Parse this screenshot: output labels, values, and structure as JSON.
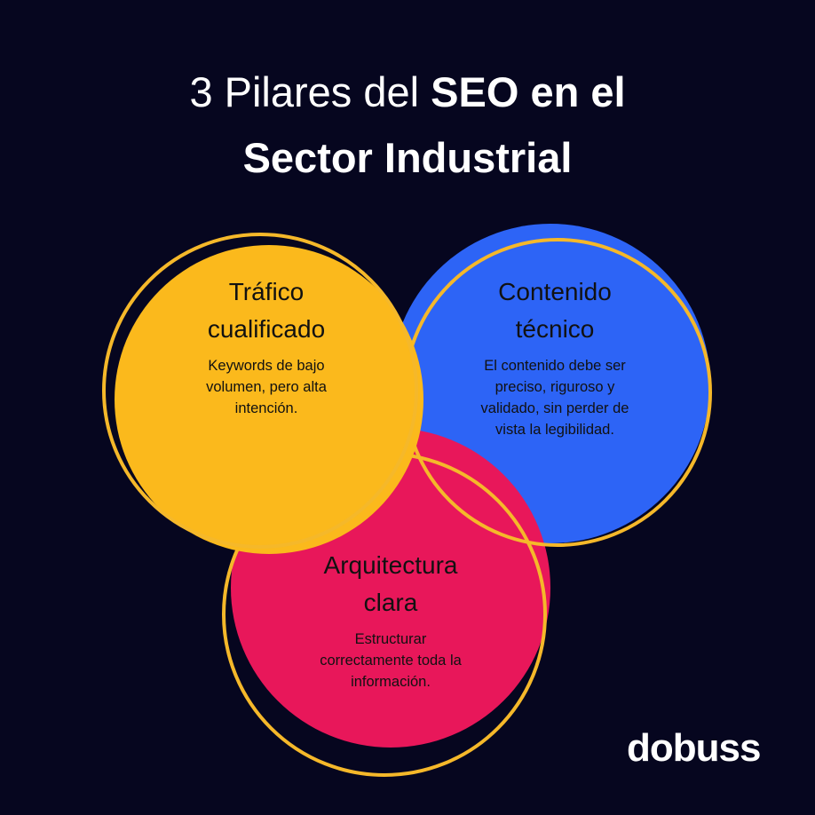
{
  "title": {
    "line1_light": "3 Pilares del ",
    "line1_bold": "SEO en el",
    "line2": "Sector Industrial"
  },
  "colors": {
    "background": "#06061f",
    "yellow": "#fbb91c",
    "blue": "#2d64f6",
    "red": "#e8175a",
    "outline": "#f5b82a"
  },
  "pillars": [
    {
      "title_line1": "Tráfico",
      "title_line2": "cualificado",
      "description": [
        "Keywords de bajo",
        "volumen, pero alta",
        "intención."
      ]
    },
    {
      "title_line1": "Contenido",
      "title_line2": "técnico",
      "description": [
        "El contenido debe ser",
        "preciso, riguroso y",
        "validado, sin perder de",
        "vista la legibilidad."
      ]
    },
    {
      "title_line1": "Arquitectura",
      "title_line2": "clara",
      "description": [
        "Estructurar",
        "correctamente toda la",
        "información."
      ]
    }
  ],
  "logo": {
    "text": "dobuss"
  }
}
